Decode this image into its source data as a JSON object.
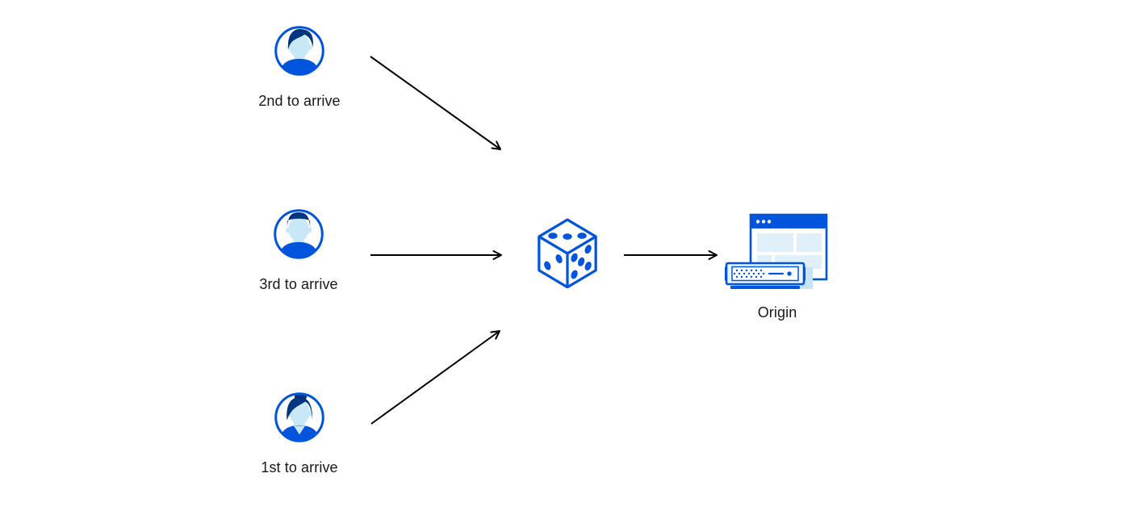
{
  "diagram": {
    "kind": "request-routing-flow",
    "background": "#ffffff"
  },
  "users": [
    {
      "id": "user-2nd",
      "label": "2nd to arrive",
      "avatar_icon": "male-user-swept-hair-icon"
    },
    {
      "id": "user-3rd",
      "label": "3rd to arrive",
      "avatar_icon": "male-user-flat-top-icon"
    },
    {
      "id": "user-1st",
      "label": "1st to arrive",
      "avatar_icon": "female-user-hair-bun-icon"
    }
  ],
  "selector": {
    "icon": "dice-icon",
    "pips_visible": {
      "top_face": 3,
      "left_face": 2,
      "right_face": 5
    }
  },
  "origin": {
    "label": "Origin",
    "icon": "origin-server-browser-icon"
  },
  "connections": [
    {
      "from": "user-2nd",
      "to": "dice"
    },
    {
      "from": "user-3rd",
      "to": "dice"
    },
    {
      "from": "user-1st",
      "to": "dice"
    },
    {
      "from": "dice",
      "to": "origin"
    }
  ],
  "colors": {
    "accent_blue": "#0055dc",
    "dark_navy": "#003681",
    "skin_light_blue": "#c9e8f7",
    "pale_blue_fill": "#dff0fa",
    "shadow_blue": "#c6e4f6",
    "arrow_color": "#000000",
    "text_color": "#17181a",
    "background": "#ffffff"
  }
}
